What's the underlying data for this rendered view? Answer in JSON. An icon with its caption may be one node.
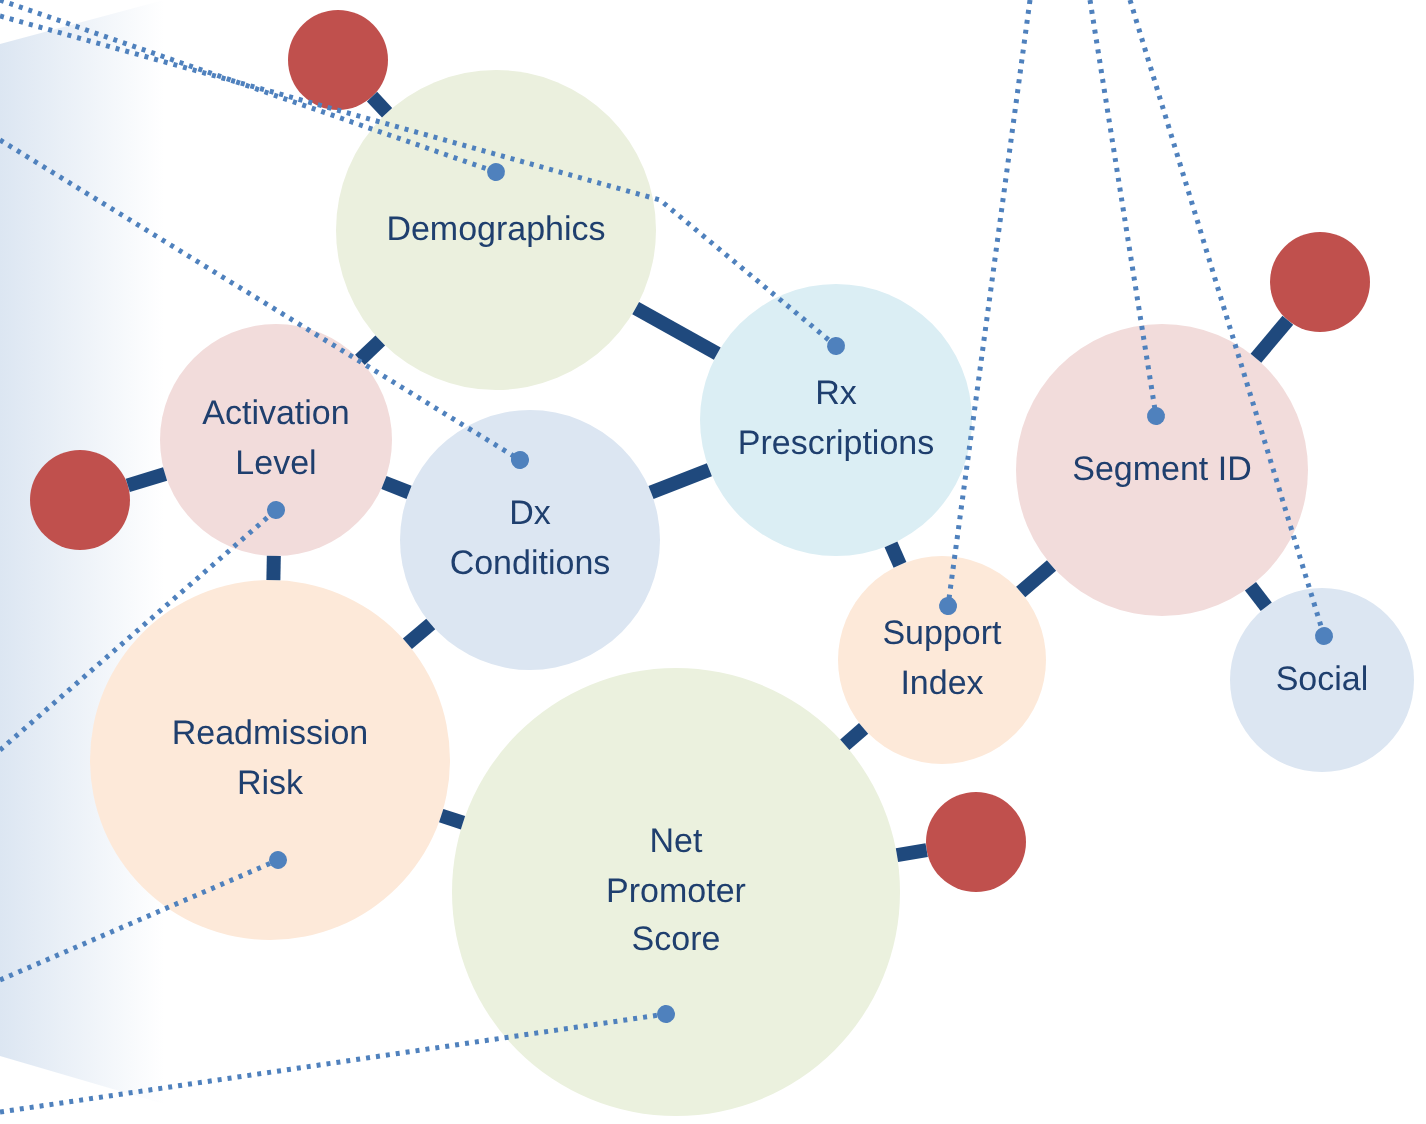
{
  "diagram": {
    "nodes": [
      {
        "text": [
          "Demographics"
        ]
      },
      {
        "text": [
          "Activation Level"
        ]
      },
      {
        "text": [
          "Dx Conditions"
        ]
      },
      {
        "text": [
          "Rx Prescriptions"
        ]
      },
      {
        "text": [
          "Segment ID"
        ]
      },
      {
        "text": [
          "Support Index"
        ]
      },
      {
        "text": [
          "Social"
        ]
      },
      {
        "text": [
          "Readmission Risk"
        ]
      },
      {
        "text": [
          "Net Promoter Score"
        ]
      },
      {
        "text": [],
        "shape": "circle"
      },
      {
        "text": [],
        "shape": "circle"
      },
      {
        "text": [],
        "shape": "circle"
      },
      {
        "text": [],
        "shape": "circle"
      }
    ],
    "edges": [
      {
        "from": 9,
        "to": 0,
        "arrow": "none"
      },
      {
        "from": 0,
        "to": 1,
        "arrow": "none"
      },
      {
        "from": 0,
        "to": 3,
        "arrow": "none"
      },
      {
        "from": 11,
        "to": 1,
        "arrow": "none"
      },
      {
        "from": 1,
        "to": 2,
        "arrow": "none"
      },
      {
        "from": 1,
        "to": 7,
        "arrow": "none"
      },
      {
        "from": 2,
        "to": 3,
        "arrow": "none"
      },
      {
        "from": 2,
        "to": 7,
        "arrow": "none"
      },
      {
        "from": 7,
        "to": 8,
        "arrow": "none"
      },
      {
        "from": 8,
        "to": 5,
        "arrow": "none"
      },
      {
        "from": 8,
        "to": 12,
        "arrow": "none"
      },
      {
        "from": 5,
        "to": 3,
        "arrow": "none"
      },
      {
        "from": 5,
        "to": 4,
        "arrow": "none"
      },
      {
        "from": 4,
        "to": 10,
        "arrow": "none"
      },
      {
        "from": 4,
        "to": 6,
        "arrow": "none"
      },
      {
        "from": null,
        "to": 0,
        "arrow": "other",
        "style": "dashed",
        "color": "#4f81bd"
      },
      {
        "from": null,
        "to": 3,
        "arrow": "other",
        "style": "dashed",
        "color": "#4f81bd"
      },
      {
        "from": null,
        "to": 2,
        "arrow": "other",
        "style": "dashed",
        "color": "#4f81bd"
      },
      {
        "from": null,
        "to": 1,
        "arrow": "other",
        "style": "dashed",
        "color": "#4f81bd"
      },
      {
        "from": null,
        "to": 7,
        "arrow": "other",
        "style": "dashed",
        "color": "#4f81bd"
      },
      {
        "from": null,
        "to": 8,
        "arrow": "other",
        "style": "dashed",
        "color": "#4f81bd"
      },
      {
        "from": null,
        "to": 5,
        "arrow": "other",
        "style": "dashed",
        "color": "#4f81bd"
      },
      {
        "from": null,
        "to": 4,
        "arrow": "other",
        "style": "dashed",
        "color": "#4f81bd"
      },
      {
        "from": null,
        "to": 6,
        "arrow": "other",
        "style": "dashed",
        "color": "#4f81bd"
      }
    ]
  }
}
